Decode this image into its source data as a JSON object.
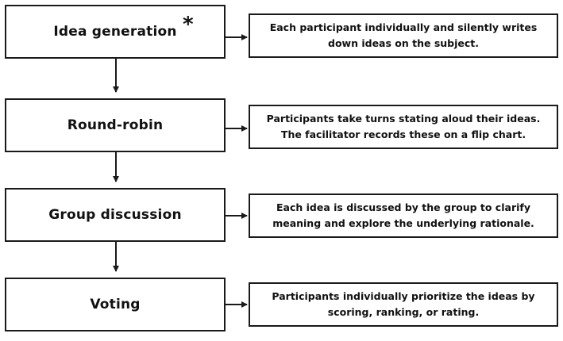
{
  "steps": [
    {
      "title": "Idea generation",
      "marker": "*",
      "description": "Each participant individually and silently writes\ndown ideas on the subject."
    },
    {
      "title": "Round-robin",
      "description": "Participants take turns stating aloud their ideas.\nThe facilitator records these on a flip chart."
    },
    {
      "title": "Group discussion",
      "description": "Each idea is discussed by the group to clarify\nmeaning and explore the underlying rationale."
    },
    {
      "title": "Voting",
      "description": "Participants individually prioritize the ideas by\nscoring, ranking, or rating."
    }
  ]
}
